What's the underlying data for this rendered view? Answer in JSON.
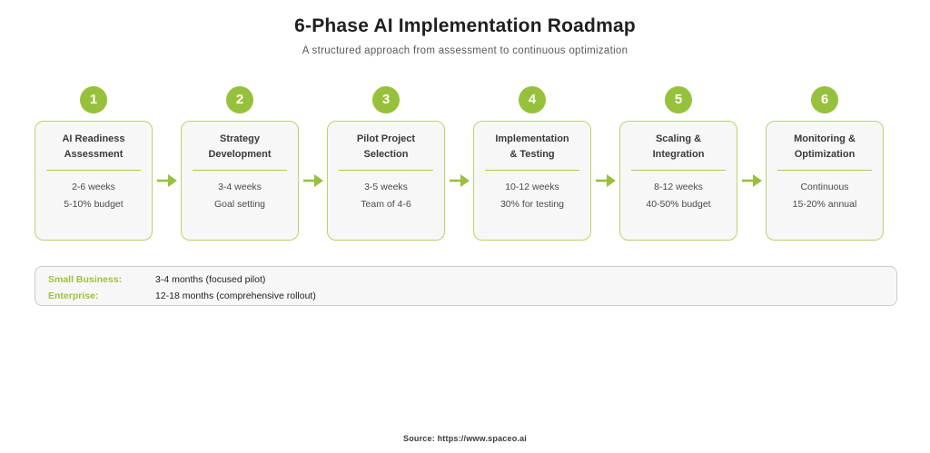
{
  "colors": {
    "accent_green": "#97C13C",
    "box_border_green": "#B5D56B",
    "box_background": "#F7F7F7",
    "summary_border": "#CBCBCB",
    "title_text": "#1F1F1F",
    "subtitle_text": "#595959"
  },
  "header": {
    "title": "6-Phase AI Implementation Roadmap",
    "subtitle": "A structured approach from assessment to continuous optimization"
  },
  "phases": [
    {
      "number": "1",
      "title_lines": [
        "AI Readiness",
        "Assessment"
      ],
      "details": [
        "2-6 weeks",
        "5-10% budget"
      ]
    },
    {
      "number": "2",
      "title_lines": [
        "Strategy",
        "Development"
      ],
      "details": [
        "3-4 weeks",
        "Goal setting"
      ]
    },
    {
      "number": "3",
      "title_lines": [
        "Pilot Project",
        "Selection"
      ],
      "details": [
        "3-5 weeks",
        "Team of 4-6"
      ]
    },
    {
      "number": "4",
      "title_lines": [
        "Implementation",
        "& Testing"
      ],
      "details": [
        "10-12 weeks",
        "30% for testing"
      ]
    },
    {
      "number": "5",
      "title_lines": [
        "Scaling &",
        "Integration"
      ],
      "details": [
        "8-12 weeks",
        "40-50% budget"
      ]
    },
    {
      "number": "6",
      "title_lines": [
        "Monitoring &",
        "Optimization"
      ],
      "details": [
        "Continuous",
        "15-20% annual"
      ]
    }
  ],
  "summary": {
    "rows": [
      {
        "label": "Small Business:",
        "value": "3-4 months (focused pilot)"
      },
      {
        "label": "Enterprise:",
        "value": "12-18 months (comprehensive rollout)"
      }
    ]
  },
  "footer": {
    "source": "Source: https://www.spaceo.ai"
  }
}
